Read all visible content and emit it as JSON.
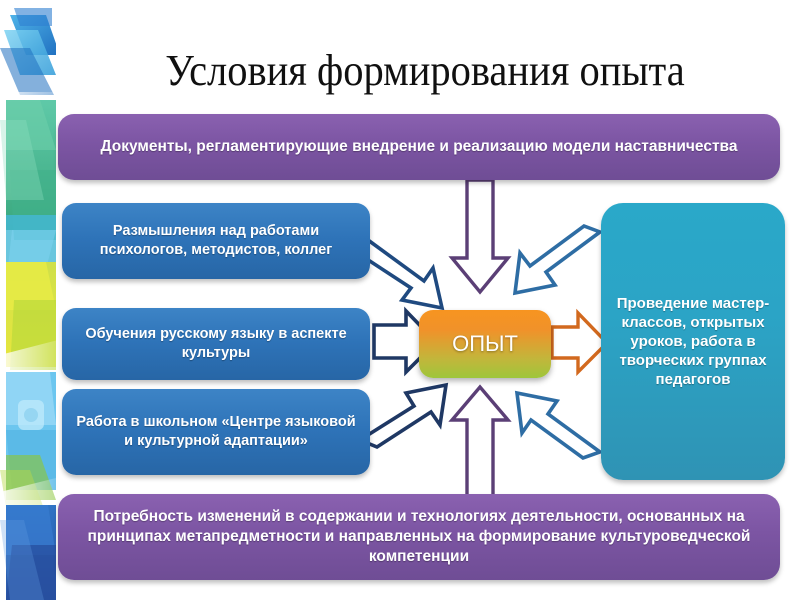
{
  "slide": {
    "title": "Условия формирования опыта",
    "background_color": "#ffffff"
  },
  "colors": {
    "purple": "#7c55a3",
    "blue": "#2e73b8",
    "teal": "#2ba4c6",
    "center_orange": "#f79420",
    "center_green": "#9ec63b",
    "arrow_navy": "#1f3864",
    "arrow_purple": "#5b3f76",
    "arrow_orange": "#d2691e",
    "title_text": "#101010"
  },
  "nodes": {
    "top_banner": {
      "label": "Документы, регламентирующие внедрение и реализацию модели наставничества",
      "color": "#7c55a3",
      "role": "top-condition-banner"
    },
    "center": {
      "label": "ОПЫТ",
      "color_start": "#f79420",
      "color_end": "#9ec63b",
      "role": "central-concept"
    },
    "left_items": [
      {
        "label": "Размышления над работами психологов, методистов, коллег",
        "color": "#2e73b8"
      },
      {
        "label": "Обучения русскому языку в аспекте культуры",
        "color": "#2e73b8"
      },
      {
        "label": "Работа в школьном «Центре языковой и культурной адаптации»",
        "color": "#2e73b8"
      }
    ],
    "right_item": {
      "label": "Проведение мастер-классов, открытых уроков, работа в творческих группах педагогов",
      "color": "#2ba4c6",
      "role": "output-result"
    },
    "bottom_banner": {
      "label": "Потребность изменений в содержании и технологиях деятельности, основанных на принципах метапредметности и направленных на формирование культуроведческой компетенции",
      "color": "#7c55a3",
      "role": "bottom-condition-banner"
    }
  },
  "arrows": [
    {
      "name": "arrow-top-banner-to-center",
      "direction": "down",
      "color": "#5b3f76",
      "style": "outlined"
    },
    {
      "name": "arrow-bottom-banner-to-center",
      "direction": "up",
      "color": "#5b3f76",
      "style": "outlined"
    },
    {
      "name": "arrow-left-top-to-center",
      "direction": "down-right",
      "color": "#1f3864",
      "style": "outlined"
    },
    {
      "name": "arrow-left-middle-to-center",
      "direction": "right",
      "color": "#1f3864",
      "style": "outlined"
    },
    {
      "name": "arrow-left-bottom-to-center",
      "direction": "up-right",
      "color": "#1f3864",
      "style": "outlined"
    },
    {
      "name": "arrow-right-top-to-center",
      "direction": "down-left",
      "color": "#2e6da4",
      "style": "outlined"
    },
    {
      "name": "arrow-right-bottom-to-center",
      "direction": "up-left",
      "color": "#2e6da4",
      "style": "outlined"
    },
    {
      "name": "arrow-center-to-right",
      "direction": "right",
      "color": "#d2691e",
      "style": "outlined"
    }
  ]
}
